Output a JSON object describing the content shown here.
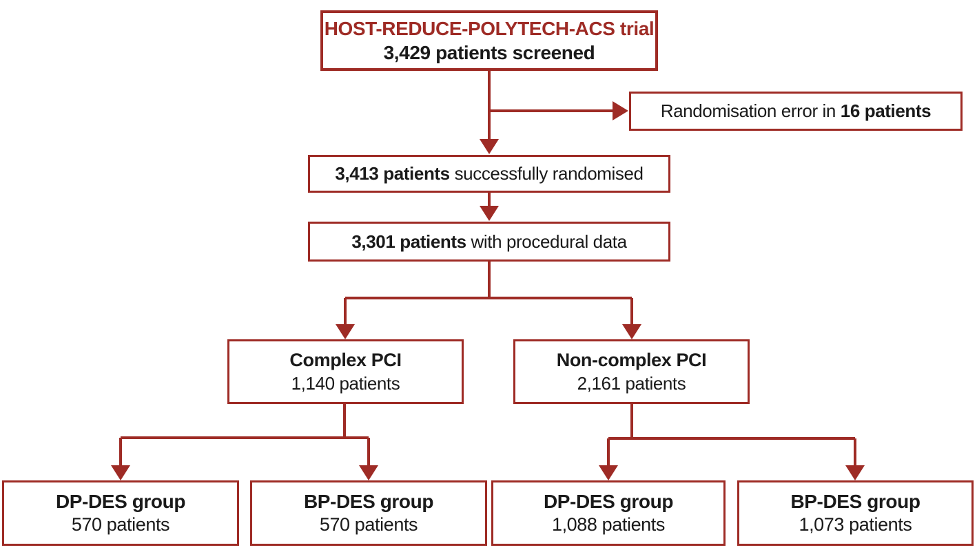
{
  "colors": {
    "accent": "#9e2b25",
    "text": "#1a1a1a",
    "background": "#ffffff"
  },
  "flowchart": {
    "screened": {
      "title": "HOST-REDUCE-POLYTECH-ACS trial",
      "count": "3,429 patients screened"
    },
    "randomisation_error": {
      "prefix": "Randomisation error in ",
      "bold": "16 patients"
    },
    "randomised": {
      "bold": "3,413 patients",
      "rest": " successfully randomised"
    },
    "procedural": {
      "bold": "3,301 patients",
      "rest": " with procedural data"
    },
    "complex_pci": {
      "title": "Complex PCI",
      "count": "1,140 patients"
    },
    "non_complex_pci": {
      "title": "Non-complex PCI",
      "count": "2,161 patients"
    },
    "complex_dp_des": {
      "title": "DP-DES group",
      "count": "570 patients"
    },
    "complex_bp_des": {
      "title": "BP-DES group",
      "count": "570 patients"
    },
    "non_complex_dp_des": {
      "title": "DP-DES group",
      "count": "1,088 patients"
    },
    "non_complex_bp_des": {
      "title": "BP-DES group",
      "count": "1,073 patients"
    }
  }
}
